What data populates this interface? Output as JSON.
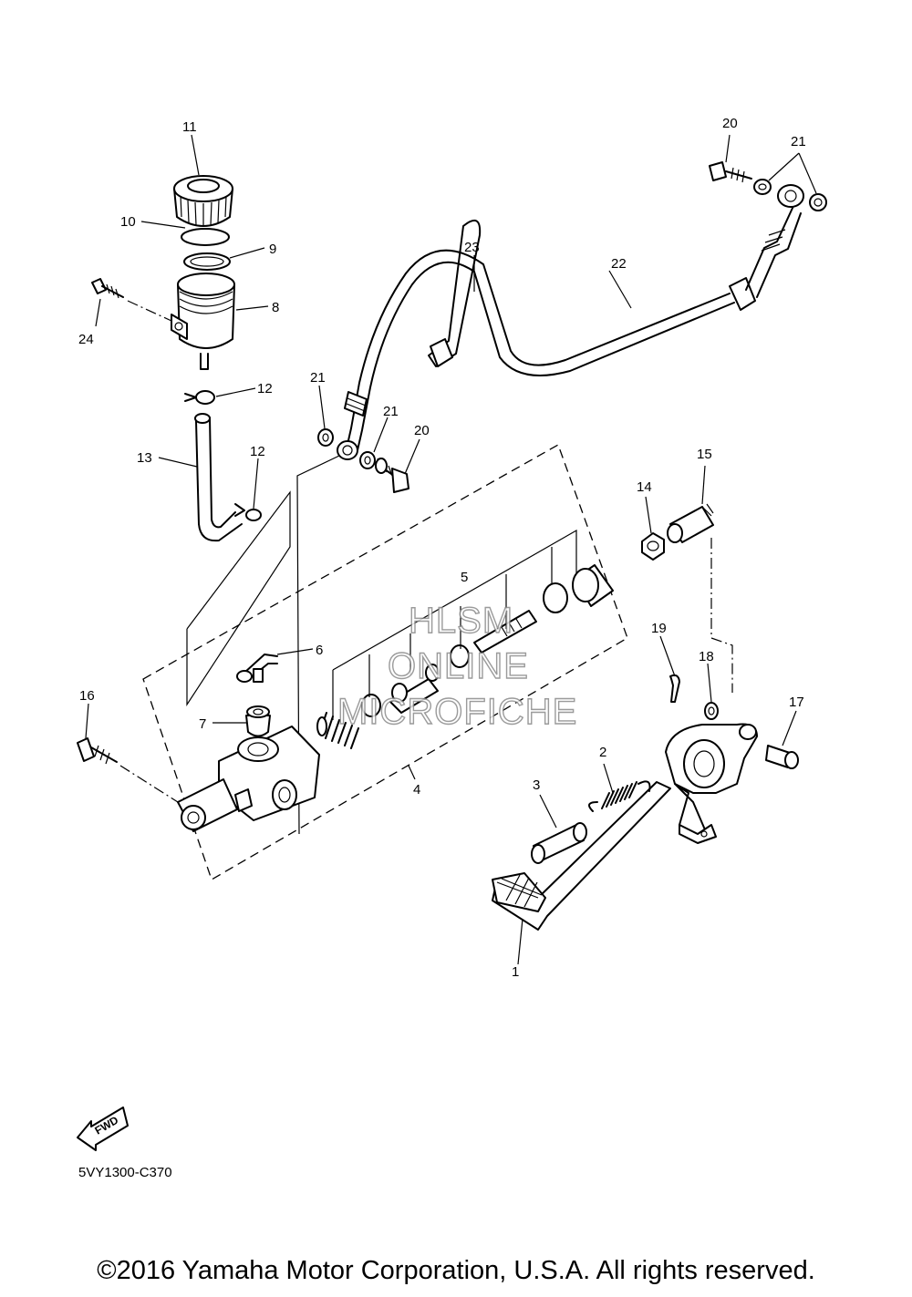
{
  "diagram_code": "5VY1300-C370",
  "copyright": "©2016 Yamaha Motor Corporation, U.S.A. All rights reserved.",
  "watermark": [
    "HLSM",
    "ONLINE",
    "MICROFICHE"
  ],
  "fwd_label": "FWD",
  "callouts": {
    "c1": "1",
    "c2": "2",
    "c3": "3",
    "c4": "4",
    "c5": "5",
    "c6": "6",
    "c7": "7",
    "c8": "8",
    "c9": "9",
    "c10": "10",
    "c11": "11",
    "c12a": "12",
    "c12b": "12",
    "c13": "13",
    "c14": "14",
    "c15": "15",
    "c16": "16",
    "c17": "17",
    "c18": "18",
    "c19": "19",
    "c20a": "20",
    "c20b": "20",
    "c21a": "21",
    "c21b": "21",
    "c21c": "21",
    "c22": "22",
    "c23": "23",
    "c24": "24"
  }
}
